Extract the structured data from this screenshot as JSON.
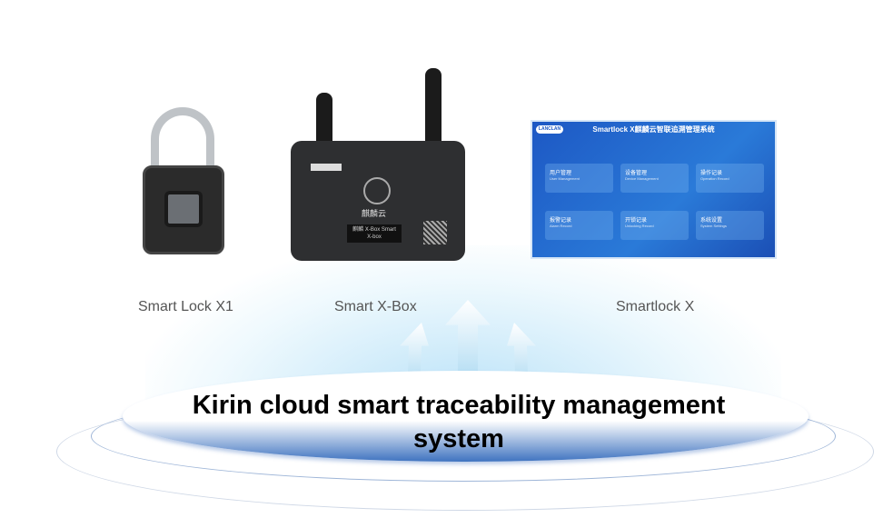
{
  "devices": [
    {
      "label": "Smart Lock X1"
    },
    {
      "label": "Smart X-Box",
      "brand": "麒麟云",
      "plate": "麒麟 Ⅹ-Box Smart X-box"
    },
    {
      "label": "Smartlock X"
    }
  ],
  "screen": {
    "logo": "LANCLAN",
    "title": "Smartlock X麒麟云智联追溯管理系统",
    "cards": [
      {
        "cn": "用户管理",
        "en": "User Management"
      },
      {
        "cn": "设备管理",
        "en": "Device Management"
      },
      {
        "cn": "操作记录",
        "en": "Operation Record"
      },
      {
        "cn": "报警记录",
        "en": "Alarm Record"
      },
      {
        "cn": "开锁记录",
        "en": "Unlocking Record"
      },
      {
        "cn": "系统设置",
        "en": "System Settings"
      }
    ]
  },
  "platform": {
    "title": "Kirin cloud smart traceability management system"
  },
  "colors": {
    "beam": "#9fd4f0",
    "platform": "#4a7fc8",
    "screen": "#1d58c4"
  }
}
